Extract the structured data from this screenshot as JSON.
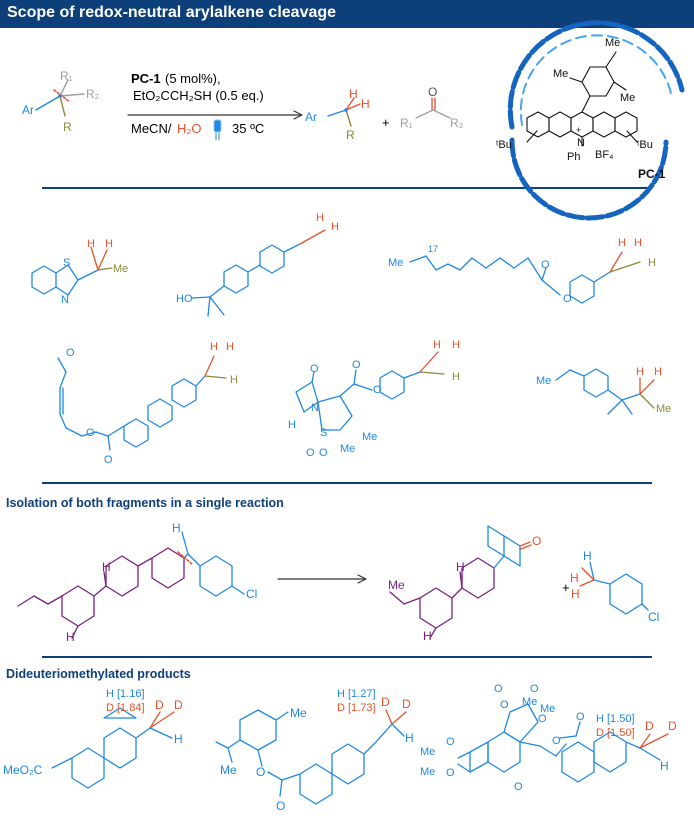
{
  "header": {
    "title": "Scope of redox-neutral arylalkene cleavage"
  },
  "sections": {
    "isolation": "Isolation of both fragments in a single reaction",
    "dideuterio": "Dideuteriomethylated products"
  },
  "reaction": {
    "catalyst": "PC-1",
    "catalyst_loading": " (5 mol%),",
    "thiol": "EtO₂CCH₂SH (0.5 eq.)",
    "solvent_a": "MeCN/",
    "solvent_b": "H₂O",
    "temperature": "35 ºC",
    "plus": "+"
  },
  "catalyst_panel": {
    "label": "PC-1",
    "me_top": "Me",
    "me_left": "Me",
    "me_right": "Me",
    "tbu_left": "ᵗBu",
    "tbu_right": "ᵗBu",
    "n": "N",
    "plus": "+",
    "ph": "Ph",
    "bf4": "BF₄"
  },
  "atoms": {
    "Ar": "Ar",
    "R": "R",
    "R1": "R₁",
    "R2": "R₂",
    "O": "O",
    "H": "H",
    "D": "D",
    "Me": "Me",
    "HO": "HO",
    "S": "S",
    "N": "N",
    "Cl": "Cl",
    "MeO2C": "MeO₂C",
    "n17": "17"
  },
  "ratios": {
    "p1": {
      "H": "H [1.16]",
      "D": "D [1.84]"
    },
    "p2": {
      "H": "H [1.27]",
      "D": "D [1.73]"
    },
    "p3": {
      "H": "H [1.50]",
      "D": "D [1.50]"
    }
  },
  "colors": {
    "blue": "#1e88e5",
    "red": "#e8512a",
    "olive": "#8a8a3a",
    "purple": "#7b1f7f",
    "navy": "#0d3f7a",
    "gray": "#9aa0a6",
    "ring": "#1565c0"
  }
}
